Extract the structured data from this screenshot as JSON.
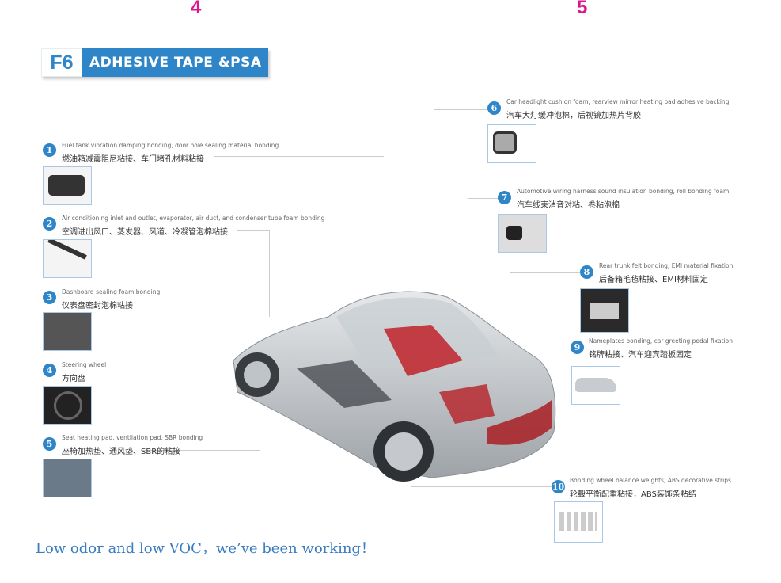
{
  "page_numbers": {
    "left": "4",
    "right": "5"
  },
  "header": {
    "code": "F6",
    "title": "ADHESIVE TAPE &PSA"
  },
  "items": [
    {
      "num": "1",
      "en": "Fuel tank vibration damping bonding, door hole sealing material bonding",
      "zh": "燃油箱减震阻尼粘接、车门堵孔材料粘接"
    },
    {
      "num": "2",
      "en": "Air conditioning inlet and outlet, evaporator, air duct, and condenser tube foam bonding",
      "zh": "空调进出风口、蒸发器、风道、冷凝管泡棉粘接"
    },
    {
      "num": "3",
      "en": "Dashboard sealing foam bonding",
      "zh": "仪表盘密封泡棉粘接"
    },
    {
      "num": "4",
      "en": "Steering wheel",
      "zh": "方向盘"
    },
    {
      "num": "5",
      "en": "Seat heating pad, ventilation pad, SBR bonding",
      "zh": "座椅加热垫、通风垫、SBR的粘接"
    },
    {
      "num": "6",
      "en": "Car headlight cushion foam, rearview mirror heating pad adhesive backing",
      "zh": "汽车大灯缓冲泡棉，后视镜加热片背胶"
    },
    {
      "num": "7",
      "en": "Automotive wiring harness sound insulation bonding, roll bonding foam",
      "zh": "汽车线束消音对粘、卷粘泡棉"
    },
    {
      "num": "8",
      "en": "Rear trunk felt bonding, EMI material fixation",
      "zh": "后备箱毛毡粘接、EMI材料固定"
    },
    {
      "num": "9",
      "en": "Nameplates bonding, car greeting pedal fixation",
      "zh": "铭牌粘接、汽车迎宾踏板固定"
    },
    {
      "num": "10",
      "en": "Bonding wheel balance weights, ABS decorative strips",
      "zh": "轮毂平衡配重粘接，ABS装饰条粘结"
    }
  ],
  "footer": "Low odor and low VOC，we’ve been working！",
  "colors": {
    "accent": "#2e86c8",
    "page_number": "#e0148c"
  }
}
